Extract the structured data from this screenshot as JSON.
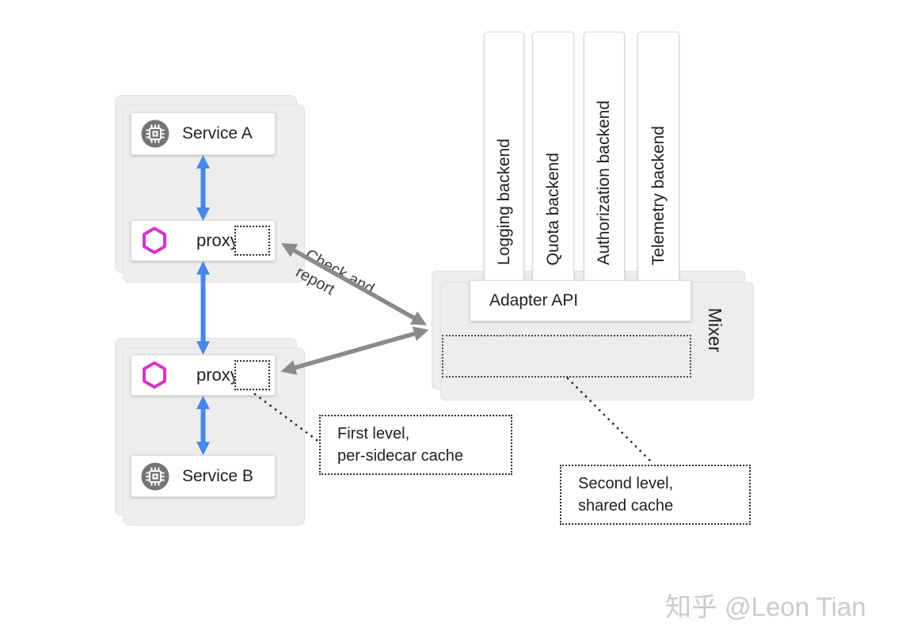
{
  "services": {
    "service_a": "Service A",
    "service_b": "Service B",
    "proxy_a": "proxy",
    "proxy_b": "proxy"
  },
  "mixer": {
    "label": "Mixer",
    "adapter_api": "Adapter API"
  },
  "backends": [
    {
      "label": "Logging backend"
    },
    {
      "label": "Quota backend"
    },
    {
      "label": "Authorization backend"
    },
    {
      "label": "Telemetry backend"
    }
  ],
  "arrow_label": {
    "line1": "Check and",
    "line2": "report"
  },
  "notes": {
    "first_level_line1": "First level,",
    "first_level_line2": "per-sidecar cache",
    "second_level_line1": "Second level,",
    "second_level_line2": "shared cache"
  },
  "watermark": "知乎 @Leon Tian",
  "icons": {
    "service": "chip-icon",
    "proxy": "hexagon-icon"
  },
  "colors": {
    "blue": "#4a86e8",
    "magenta": "#d435cd",
    "service_icon_gray": "#757575",
    "arrow_gray": "#8a8a8a",
    "card_gray": "#ededed",
    "card_border": "#e2e2e2",
    "box_border": "#dedede",
    "text": "#212121",
    "dotted": "#2e2e2e",
    "watermark_gray": "#cbcbcb"
  }
}
